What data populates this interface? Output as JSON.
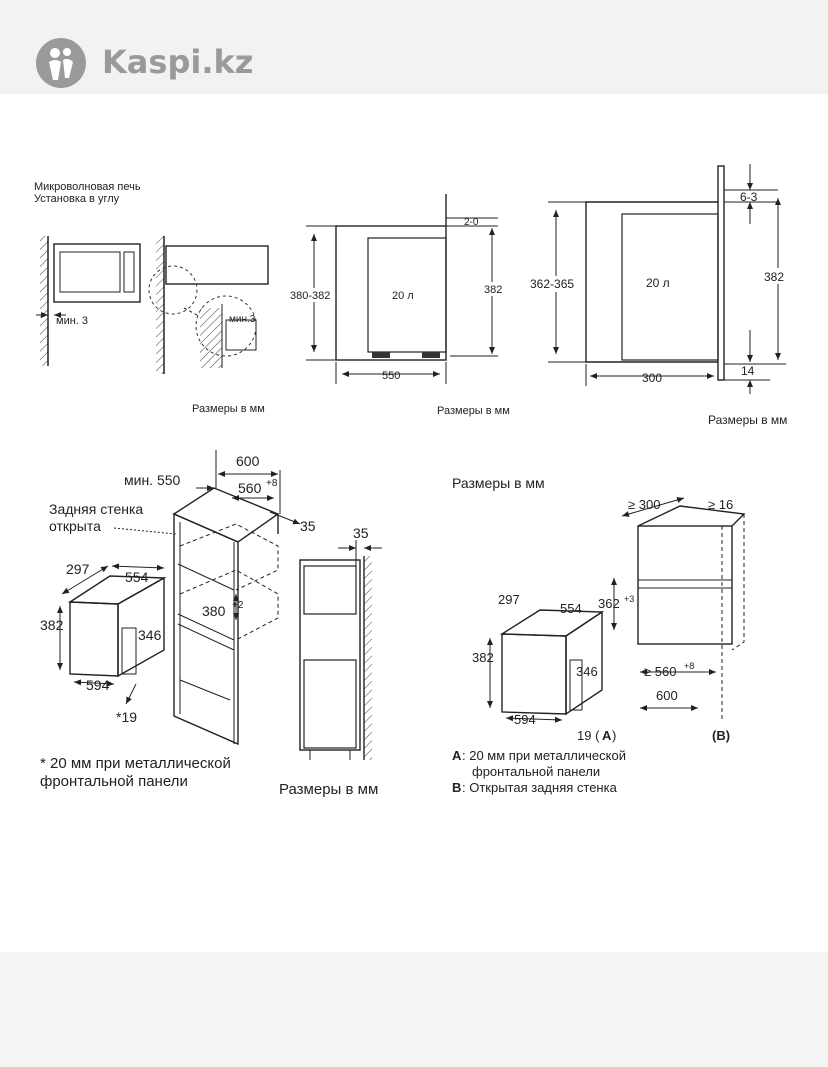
{
  "header": {
    "brand": "Kaspi.kz",
    "logo_icon": "kaspi-logo-icon",
    "background": "#f2f2f2",
    "brand_color": "#9a9a9a"
  },
  "panel1": {
    "title_line1": "Микроволновая печь",
    "title_line2": "Установка в углу",
    "min_left": "мин. 3",
    "min_right": "мин.3",
    "units": "Размеры в мм"
  },
  "panel2": {
    "gap": "2-0",
    "height_left": "380-382",
    "volume": "20 л",
    "height_right": "382",
    "width": "550",
    "units": "Размеры в мм"
  },
  "panel3": {
    "gap": "6-3",
    "height_left": "362-365",
    "volume": "20 л",
    "height_right": "382",
    "width": "300",
    "bottom": "14",
    "units": "Размеры в мм"
  },
  "panel4": {
    "min_depth": "мин. 550",
    "cabinet_width": "600",
    "niche_width": "560",
    "niche_width_tol": "+8",
    "rear_wall_line1": "Задняя стенка",
    "rear_wall_line2": "открыта",
    "rear_gap": "35",
    "side_gap": "35",
    "niche_height": "380",
    "niche_height_tol": "+2",
    "oven_depth": "297",
    "oven_width_top": "554",
    "oven_height": "382",
    "oven_height_inner": "346",
    "oven_width_bottom": "594",
    "front_offset": "*19",
    "note_line1": "* 20 мм при металлической",
    "note_line2": "фронтальной панели",
    "units": "Размеры в мм"
  },
  "panel5": {
    "units": "Размеры в мм",
    "min_depth": "≥ 300",
    "min_side": "≥ 16",
    "oven_depth": "297",
    "oven_width_top": "554",
    "niche_height": "362",
    "niche_height_tol": "+3",
    "oven_height": "382",
    "oven_height_inner": "346",
    "niche_width": "≥ 560",
    "niche_width_tol": "+8",
    "oven_width_bottom": "594",
    "front_offset": "19 (",
    "label_a": "A",
    "label_a_close": ")",
    "cabinet_width": "600",
    "label_b": "(B)",
    "note_a_key": "A",
    "note_a_line1": ": 20 мм при металлической",
    "note_a_line2": "фронтальной панели",
    "note_b_key": "B",
    "note_b_line1": ": Открытая задняя стенка"
  }
}
